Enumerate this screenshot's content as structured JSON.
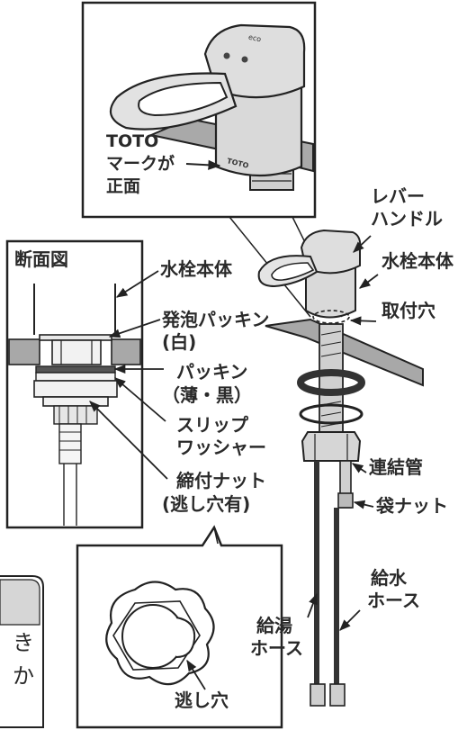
{
  "inset_top": {
    "line1": "TOTO",
    "line2": "マークが",
    "line3": "正面",
    "logo": "TOTO",
    "eco_mark": "eco"
  },
  "main": {
    "lever_handle_1": "レバー",
    "lever_handle_2": "ハンドル",
    "faucet_body": "水栓本体",
    "mount_hole": "取付穴",
    "connecting_pipe": "連結管",
    "cap_nut": "袋ナット",
    "cold_hose_1": "給水",
    "cold_hose_2": "ホース",
    "hot_hose_1": "給湯",
    "hot_hose_2": "ホース"
  },
  "section": {
    "title": "断面図",
    "faucet_body": "水栓本体",
    "foam_packing_1": "発泡パッキン",
    "foam_packing_2": "(白)",
    "packing_1": "パッキン",
    "packing_2": "（薄・黒）",
    "slip_washer_1": "スリップ",
    "slip_washer_2": "ワッシャー",
    "tighten_nut_1": "締付ナット",
    "tighten_nut_2": "(逃し穴有)"
  },
  "detail": {
    "relief_hole": "逃し穴"
  },
  "partial_note": {
    "line1": "き",
    "line2": "か"
  }
}
